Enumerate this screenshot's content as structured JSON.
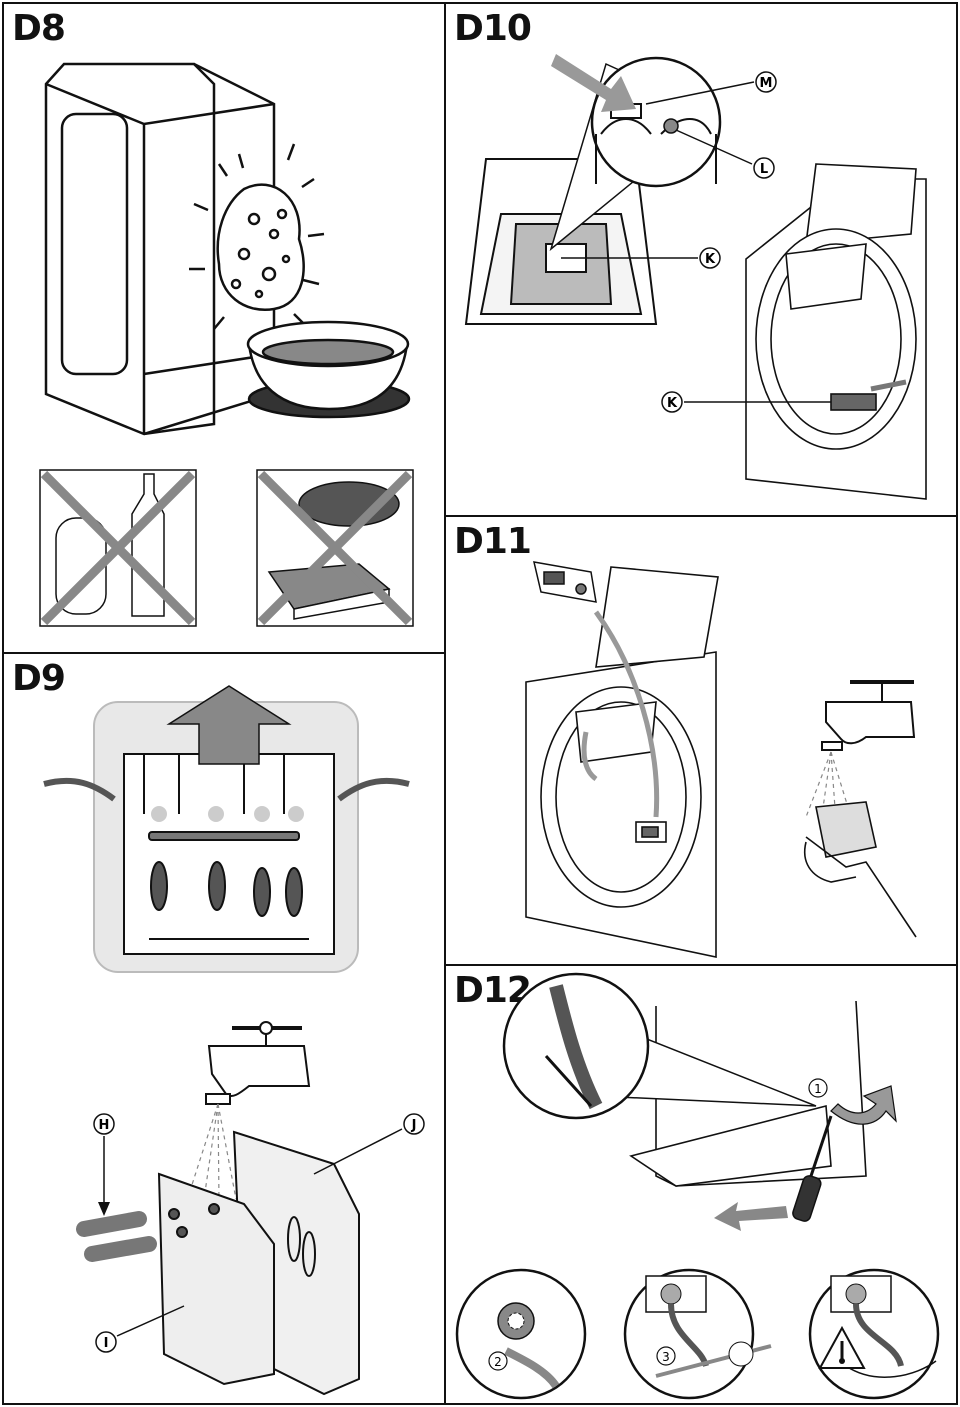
{
  "panels": {
    "d8": {
      "title": "D8"
    },
    "d9": {
      "title": "D9"
    },
    "d10": {
      "title": "D10"
    },
    "d11": {
      "title": "D11"
    },
    "d12": {
      "title": "D12"
    }
  },
  "callouts": {
    "M": "M",
    "L": "L",
    "K": "K",
    "K2": "K",
    "H": "H",
    "I": "I",
    "J": "J"
  },
  "steps": {
    "s1": "1",
    "s2": "2",
    "s3": "3"
  },
  "colors": {
    "line": "#111111",
    "grey": "#8a8a8a",
    "lightgrey": "#d9d9d9",
    "dark": "#555555"
  }
}
